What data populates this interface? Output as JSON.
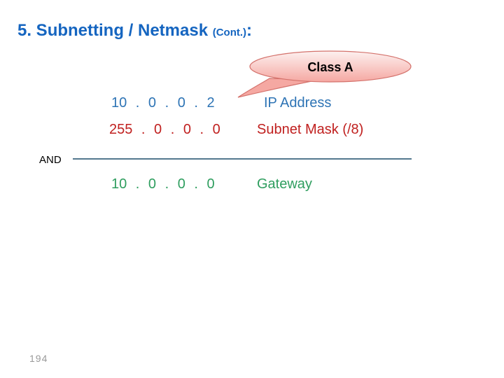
{
  "slide": {
    "title": {
      "main": "5. Subnetting / Netmask ",
      "cont": "(Cont.)",
      "colon": ":",
      "color": "#1565c0"
    },
    "callout": {
      "label": "Class A",
      "fill_top": "#fdf1f0",
      "fill_bottom": "#f5a8a2",
      "border_color": "#d4726c",
      "text_color": "#000000"
    },
    "rows": [
      {
        "value": "10 . 0 . 0 . 2",
        "label": "IP Address",
        "color": "#2e74b5"
      },
      {
        "value": "255 . 0 . 0 . 0",
        "label": "Subnet Mask (/8)",
        "color": "#c0201f"
      },
      {
        "value": "10 . 0 . 0 . 0",
        "label": "Gateway",
        "color": "#2f9e5f"
      }
    ],
    "operator_label": "AND",
    "divider_color": "#54788e",
    "page_number": "194"
  }
}
